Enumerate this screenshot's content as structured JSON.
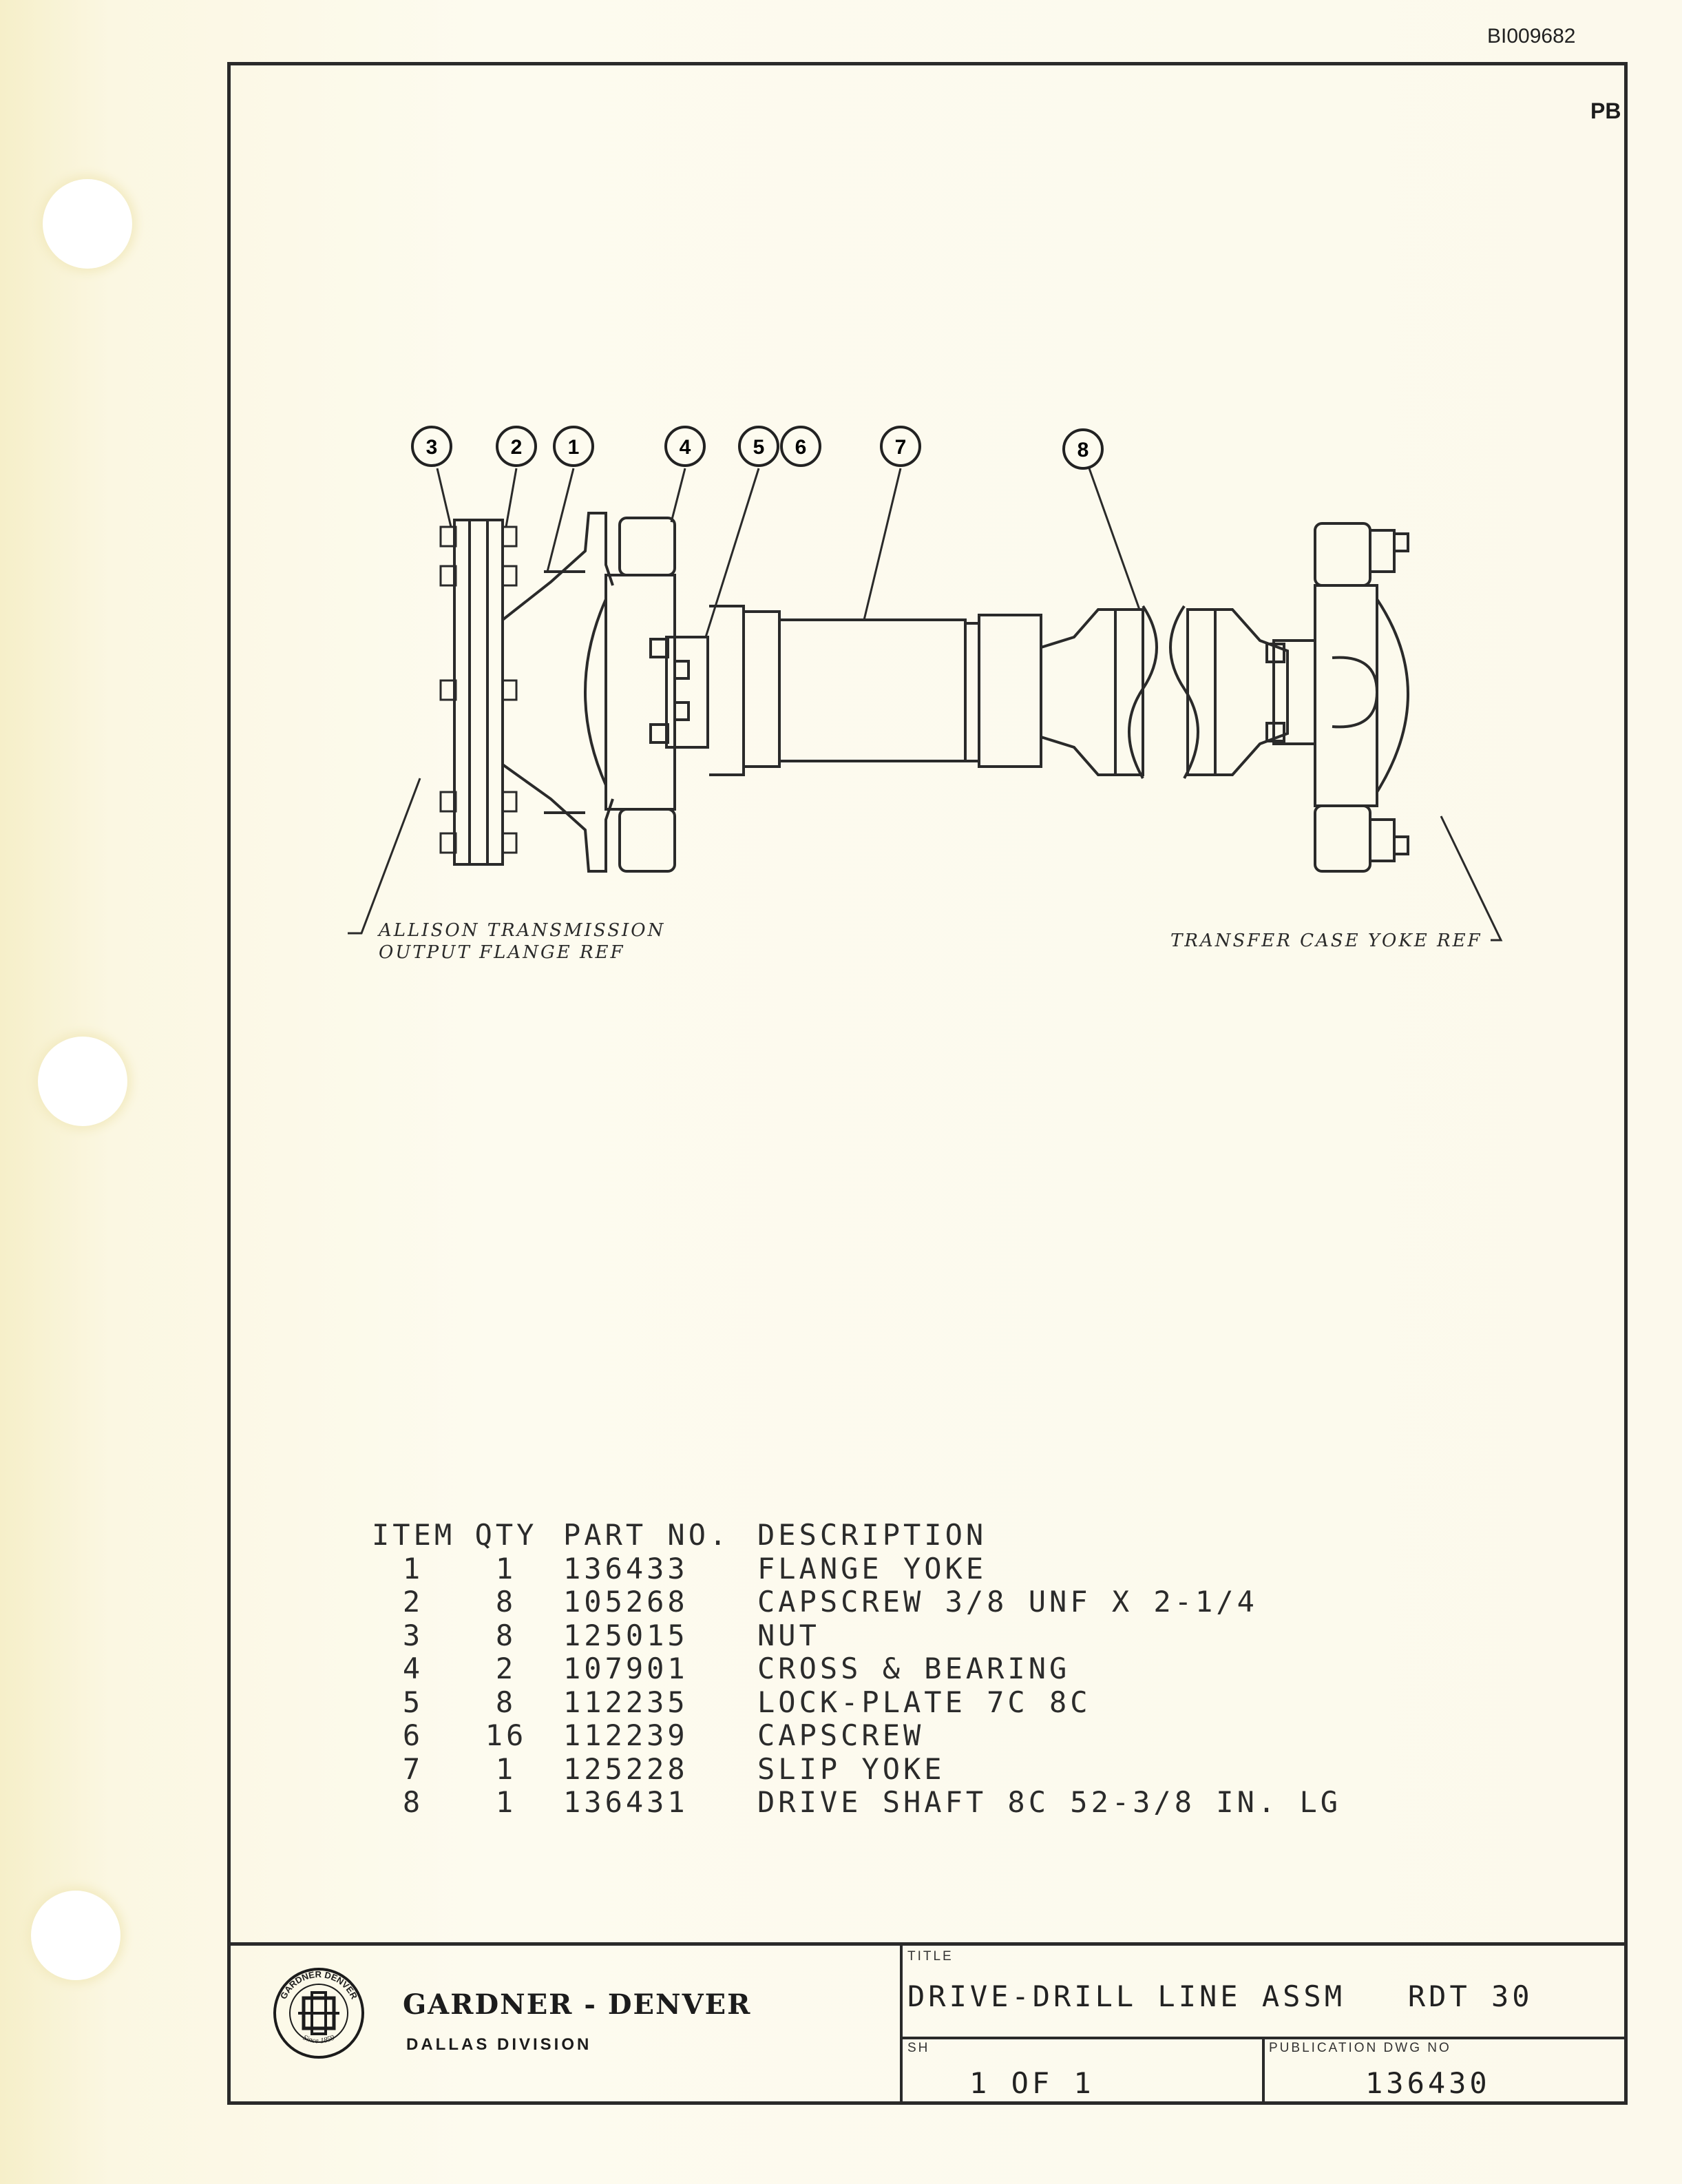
{
  "document_id": "BI009682",
  "corner_mark": "PB",
  "callouts": [
    "3",
    "2",
    "1",
    "4",
    "5",
    "6",
    "7",
    "8"
  ],
  "ref_notes": {
    "left_line1": "ALLISON TRANSMISSION",
    "left_line2": "OUTPUT FLANGE REF",
    "right": "TRANSFER CASE YOKE REF"
  },
  "parts_list": {
    "headers": {
      "item": "ITEM",
      "qty": "QTY",
      "part_no": "PART NO.",
      "description": "DESCRIPTION"
    },
    "rows": [
      {
        "item": "1",
        "qty": "1",
        "part_no": "136433",
        "description": "FLANGE YOKE"
      },
      {
        "item": "2",
        "qty": "8",
        "part_no": "105268",
        "description": "CAPSCREW 3/8 UNF X 2-1/4"
      },
      {
        "item": "3",
        "qty": "8",
        "part_no": "125015",
        "description": "NUT"
      },
      {
        "item": "4",
        "qty": "2",
        "part_no": "107901",
        "description": "CROSS & BEARING"
      },
      {
        "item": "5",
        "qty": "8",
        "part_no": "112235",
        "description": "LOCK-PLATE 7C 8C"
      },
      {
        "item": "6",
        "qty": "16",
        "part_no": "112239",
        "description": "CAPSCREW"
      },
      {
        "item": "7",
        "qty": "1",
        "part_no": "125228",
        "description": "SLIP YOKE"
      },
      {
        "item": "8",
        "qty": "1",
        "part_no": "136431",
        "description": "DRIVE SHAFT 8C 52-3/8 IN. LG"
      }
    ]
  },
  "title_block": {
    "company": "GARDNER - DENVER",
    "division": "DALLAS DIVISION",
    "logo_ring_text": "GARDNER DENVER",
    "logo_since": "Since 1859",
    "title_label": "TITLE",
    "title": "DRIVE-DRILL LINE ASSM   RDT 30",
    "sheet_label": "SH",
    "sheet": "1 OF 1",
    "pub_label": "PUBLICATION DWG NO",
    "pub_number": "136430"
  }
}
